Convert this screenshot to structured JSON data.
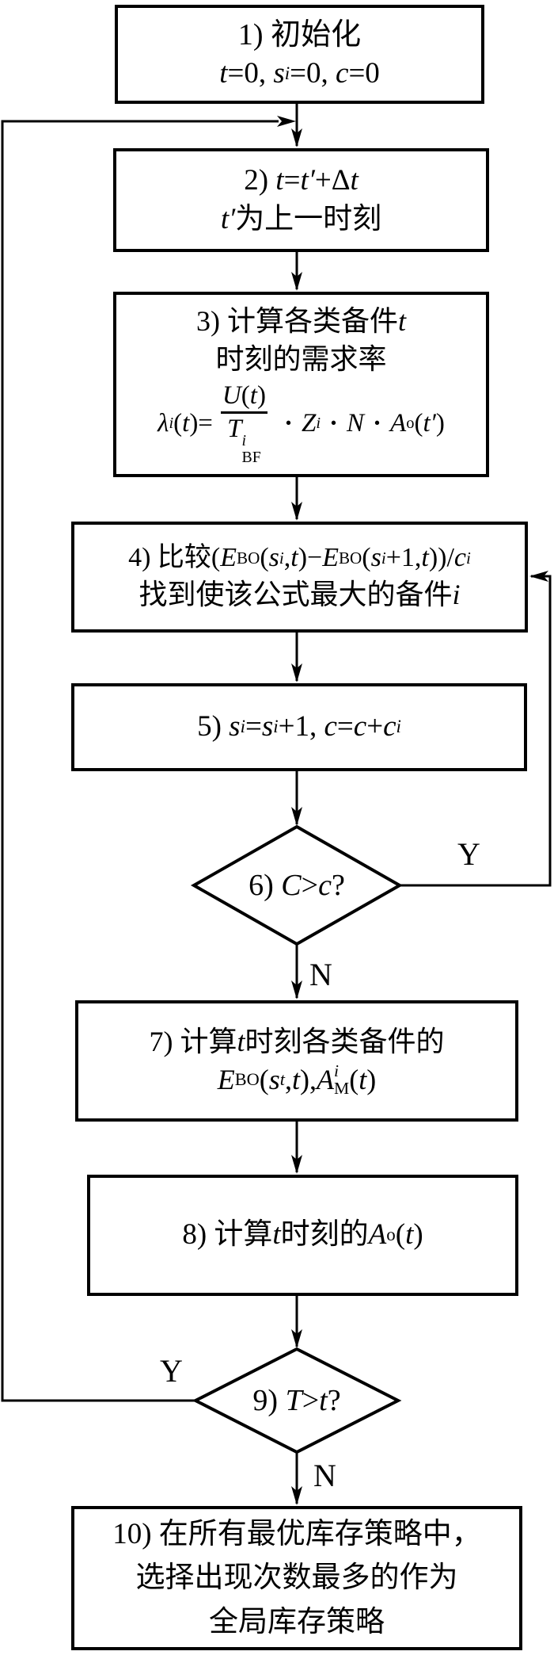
{
  "colors": {
    "ink": "#000000",
    "paper": "#ffffff"
  },
  "branch_labels": {
    "d6_yes": "Y",
    "d6_no": "N",
    "d9_yes": "Y",
    "d9_no": "N"
  },
  "n1": {
    "line1": "1) 初始化",
    "f": {
      "t": "t",
      "eq1": "=0, ",
      "s": "s",
      "s_sub": "i",
      "eq2": "=0, ",
      "c": "c",
      "eq3": "=0"
    }
  },
  "n2": {
    "l1": {
      "pre": "2) ",
      "t1": "t",
      "eq": "=",
      "t2": "t′",
      "plus": "+Δ",
      "t3": "t"
    },
    "l2": {
      "t": "t′",
      "text": "为上一时刻"
    }
  },
  "n3": {
    "l1": {
      "text": "3) 计算各类备件",
      "t": "t"
    },
    "l2": "时刻的需求率",
    "f": {
      "lam": "λ",
      "lam_sub": "i",
      "p1": "(",
      "t1": "t",
      "p2": ")=",
      "num": {
        "U": "U",
        "p1": "(",
        "t": "t",
        "p2": ")"
      },
      "den": {
        "T": "T",
        "sup": "i",
        "sub": "BF"
      },
      "dot1": "·",
      "Z": "Z",
      "Z_sub": "i",
      "dot2": "·",
      "N": "N",
      "dot3": "·",
      "A": "A",
      "A_sub": "o",
      "p3": "(",
      "t2": "t′",
      "p4": ")"
    }
  },
  "n4": {
    "l1": {
      "pre": "4) 比较(",
      "E1": "E",
      "E1_sub": "BO",
      "p1": "(",
      "s1": "s",
      "s1_sub": "i",
      "c1": ",",
      "t1": "t",
      "p2": ")−",
      "E2": "E",
      "E2_sub": "BO",
      "p3": "(",
      "s2": "s",
      "s2_sub": "i",
      "p4": "+1,",
      "t2": "t",
      "p5": "))/",
      "c": "c",
      "c_sub": "i"
    },
    "l2": {
      "text": "找到使该公式最大的备件",
      "i": "i"
    }
  },
  "n5": {
    "f": {
      "pre": "5) ",
      "s1": "s",
      "s1_sub": "i",
      "eq1": "=",
      "s2": "s",
      "s2_sub": "i",
      "p1": "+1, ",
      "c1": "c",
      "eq2": "=",
      "c2": "c",
      "p2": "+",
      "c3": "c",
      "c3_sub": "i"
    }
  },
  "d6": {
    "f": {
      "pre": "6) ",
      "C": "C",
      "gt": ">",
      "c": "c",
      "q": "?"
    }
  },
  "n7": {
    "l1": {
      "pre": "7) 计算",
      "t": "t",
      "post": "时刻各类备件的"
    },
    "l2": {
      "E": "E",
      "E_sub": "BO",
      "p1": "(",
      "s": "s",
      "s_sub": "t",
      "c1": ",",
      "t1": "t",
      "p2": "),",
      "A": "A",
      "A_sup": "i",
      "A_sub": "M",
      "p3": "(",
      "t2": "t",
      "p4": ")"
    }
  },
  "n8": {
    "f": {
      "pre": "8) 计算",
      "t1": "t",
      "mid": "时刻的",
      "A": "A",
      "A_sub": "o",
      "p1": "(",
      "t2": "t",
      "p2": ")"
    }
  },
  "d9": {
    "f": {
      "pre": "9) ",
      "T": "T",
      "gt": ">",
      "t": "t",
      "q": "?"
    }
  },
  "n10": {
    "l1": "10) 在所有最优库存策略中，",
    "l2": "选择出现次数最多的作为",
    "l3": "全局库存策略"
  }
}
